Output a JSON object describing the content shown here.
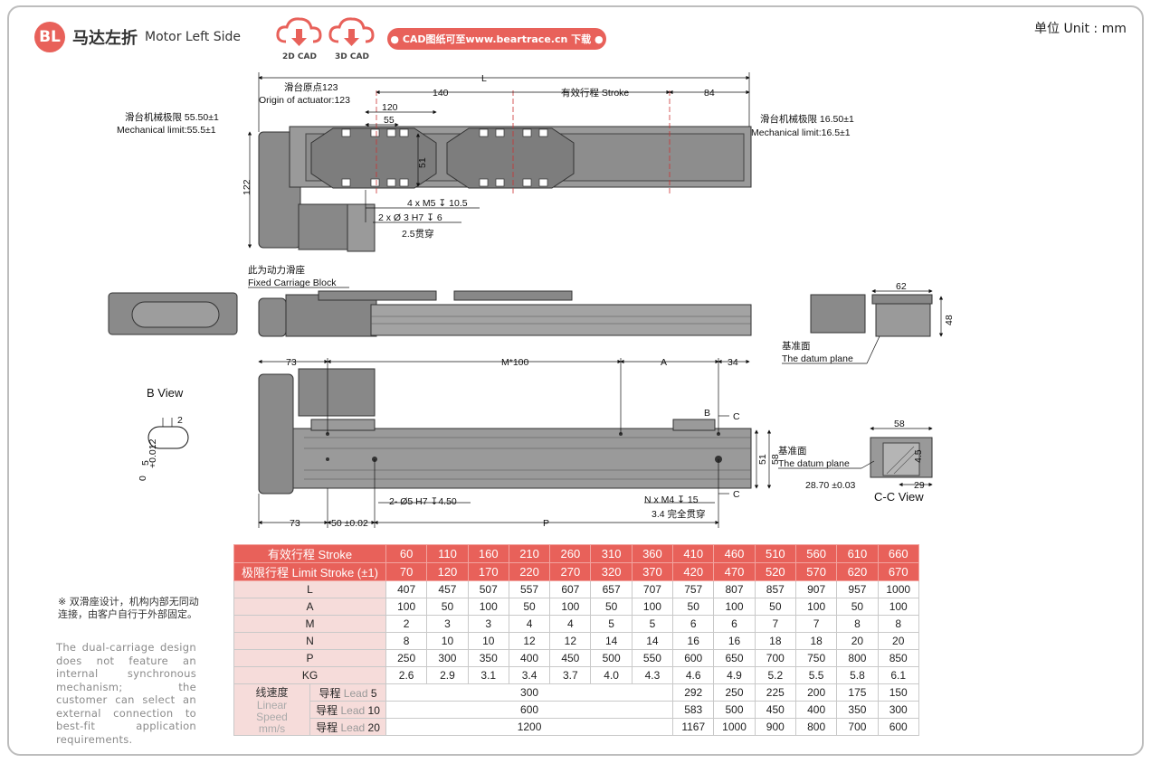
{
  "header": {
    "badge": "BL",
    "title_cn": "马达左折",
    "title_en": "Motor Left Side",
    "cad2d": "2D CAD",
    "cad3d": "3D CAD",
    "download": "● CAD图纸可至www.beartrace.cn 下载 ●",
    "unit": "单位 Unit : mm"
  },
  "colors": {
    "accent": "#e8615a",
    "accent_light": "#f6dcda",
    "body": "#8f8f8f"
  },
  "top_view": {
    "L": "L",
    "origin_cn": "滑台原点123",
    "origin_en": "Origin of actuator:123",
    "d140": "140",
    "stroke": "有效行程 Stroke",
    "d84": "84",
    "d120": "120",
    "d55": "55",
    "d51": "51",
    "d122": "122",
    "mech_left_cn": "滑台机械极限 55.50±1",
    "mech_left_en": "Mechanical limit:55.5±1",
    "mech_right_cn": "滑台机械极限 16.50±1",
    "mech_right_en": "Mechanical limit:16.5±1",
    "m5": "4 x M5 ↧ 10.5",
    "h7": "2 x Ø 3 H7 ↧ 6",
    "h7b": "2.5贯穿"
  },
  "side_view": {
    "fixed_cn": "此为动力滑座",
    "fixed_en": "Fixed Carriage Block",
    "d62": "62",
    "d48": "48",
    "datum_cn": "基准面",
    "datum_en": "The datum plane"
  },
  "bottom_view": {
    "d73": "73",
    "m100": "M*100",
    "A": "A",
    "d34": "34",
    "B": "B",
    "C": "C",
    "d51": "51",
    "d58": "58",
    "hole5": "2- Ø5 H7 ↧4.50",
    "m4": "N x M4 ↧ 15",
    "m4b": "3.4 完全贯穿",
    "d73b": "73",
    "d50": "50 ±0.02",
    "P": "P"
  },
  "b_view": {
    "title": "B View",
    "d2": "2",
    "tol": "+0.012",
    "five": "5",
    "zero": "0"
  },
  "cc_view": {
    "d58": "58",
    "datum_cn": "基准面",
    "datum_en": "The datum plane",
    "d45": "4.5",
    "d29": "29",
    "d2870": "28.70 ±0.03",
    "title": "C-C View"
  },
  "notes": {
    "cn": "※ 双滑座设计，机构内部无同动连接，由客户自行于外部固定。",
    "en": "The dual-carriage design does not feature an internal synchronous mechanism; the customer can select an external connection to best-fit application requirements."
  },
  "spec_table": {
    "stroke_label": "有效行程  Stroke",
    "limit_label": "极限行程  Limit Stroke (±1)",
    "stroke": [
      "60",
      "110",
      "160",
      "210",
      "260",
      "310",
      "360",
      "410",
      "460",
      "510",
      "560",
      "610",
      "660"
    ],
    "limit": [
      "70",
      "120",
      "170",
      "220",
      "270",
      "320",
      "370",
      "420",
      "470",
      "520",
      "570",
      "620",
      "670"
    ],
    "rows": [
      {
        "label": "L",
        "values": [
          "407",
          "457",
          "507",
          "557",
          "607",
          "657",
          "707",
          "757",
          "807",
          "857",
          "907",
          "957",
          "1000"
        ]
      },
      {
        "label": "A",
        "values": [
          "100",
          "50",
          "100",
          "50",
          "100",
          "50",
          "100",
          "50",
          "100",
          "50",
          "100",
          "50",
          "100"
        ]
      },
      {
        "label": "M",
        "values": [
          "2",
          "3",
          "3",
          "4",
          "4",
          "5",
          "5",
          "6",
          "6",
          "7",
          "7",
          "8",
          "8"
        ]
      },
      {
        "label": "N",
        "values": [
          "8",
          "10",
          "10",
          "12",
          "12",
          "14",
          "14",
          "16",
          "16",
          "18",
          "18",
          "20",
          "20"
        ]
      },
      {
        "label": "P",
        "values": [
          "250",
          "300",
          "350",
          "400",
          "450",
          "500",
          "550",
          "600",
          "650",
          "700",
          "750",
          "800",
          "850"
        ]
      },
      {
        "label": "KG",
        "values": [
          "2.6",
          "2.9",
          "3.1",
          "3.4",
          "3.7",
          "4.0",
          "4.3",
          "4.6",
          "4.9",
          "5.2",
          "5.5",
          "5.8",
          "6.1"
        ]
      }
    ],
    "speed_cn": "线速度",
    "speed_en1": "Linear",
    "speed_en2": "Speed",
    "speed_en3": "mm/s",
    "leads": [
      {
        "cn": "导程",
        "en": "Lead",
        "num": "5",
        "merged": "300",
        "values": [
          "292",
          "250",
          "225",
          "200",
          "175",
          "150"
        ]
      },
      {
        "cn": "导程",
        "en": "Lead",
        "num": "10",
        "merged": "600",
        "values": [
          "583",
          "500",
          "450",
          "400",
          "350",
          "300"
        ]
      },
      {
        "cn": "导程",
        "en": "Lead",
        "num": "20",
        "merged": "1200",
        "values": [
          "1167",
          "1000",
          "900",
          "800",
          "700",
          "600"
        ]
      }
    ]
  }
}
